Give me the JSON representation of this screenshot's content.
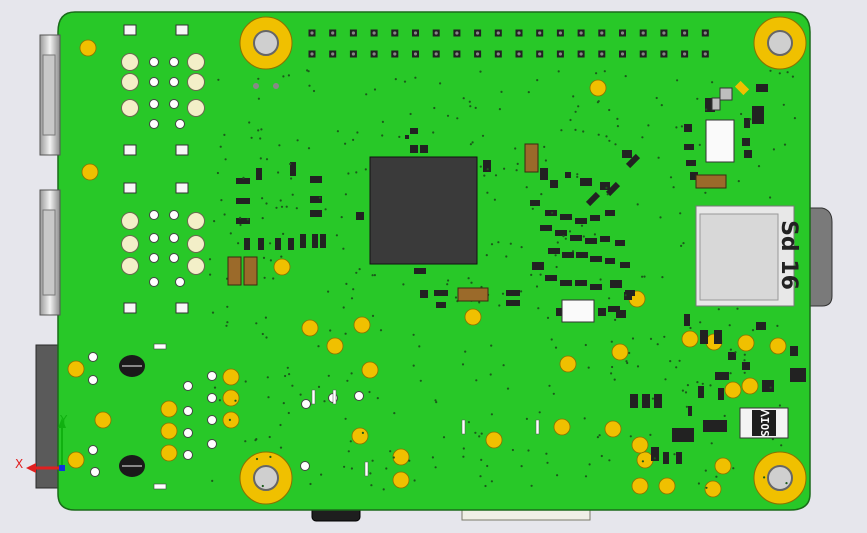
{
  "viewport": {
    "background": "#e6e6ec"
  },
  "board": {
    "color": "#28c828",
    "edge_color": "#1a6a1a",
    "pad_color": "#f0c000",
    "component_color": "#222222",
    "soc_color": "#3a3a3a",
    "silkscreen_color": "#ffffff"
  },
  "sd_card": {
    "label": "Sd 16"
  },
  "small_chip": {
    "label": "ᐱIOS"
  },
  "triad": {
    "x_label": "X",
    "y_label": "Y",
    "x_color": "#e02020",
    "y_color": "#10b010",
    "z_color": "#1030e0"
  }
}
